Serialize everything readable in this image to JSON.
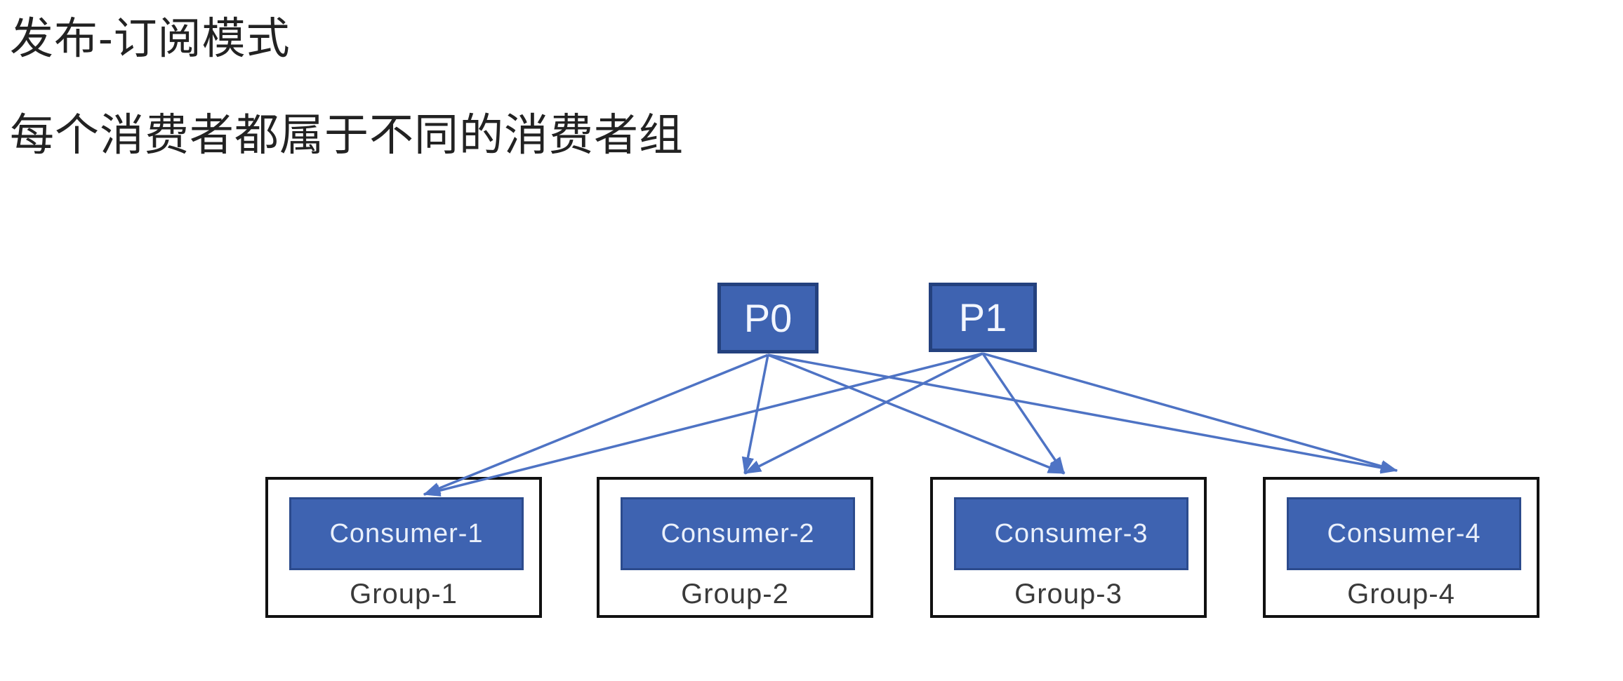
{
  "page": {
    "background": "#ffffff"
  },
  "header": {
    "title": "发布-订阅模式",
    "subtitle": "每个消费者都属于不同的消费者组"
  },
  "diagram": {
    "partitions": [
      {
        "id": "P0",
        "label": "P0"
      },
      {
        "id": "P1",
        "label": "P1"
      }
    ],
    "consumer_groups": [
      {
        "id": "C1",
        "consumer_label": "Consumer-1",
        "group_label": "Group-1"
      },
      {
        "id": "C2",
        "consumer_label": "Consumer-2",
        "group_label": "Group-2"
      },
      {
        "id": "C3",
        "consumer_label": "Consumer-3",
        "group_label": "Group-3"
      },
      {
        "id": "C4",
        "consumer_label": "Consumer-4",
        "group_label": "Group-4"
      }
    ],
    "edges": [
      {
        "from": "P0",
        "to": "C1"
      },
      {
        "from": "P0",
        "to": "C2"
      },
      {
        "from": "P0",
        "to": "C3"
      },
      {
        "from": "P0",
        "to": "C4"
      },
      {
        "from": "P1",
        "to": "C1"
      },
      {
        "from": "P1",
        "to": "C2"
      },
      {
        "from": "P1",
        "to": "C3"
      },
      {
        "from": "P1",
        "to": "C4"
      }
    ],
    "colors": {
      "page_bg": "#ffffff",
      "title_text": "#222222",
      "node_fill": "#3e63b1",
      "node_border": "#24417e",
      "consumer_border": "#2c4b8d",
      "consumer_text": "#eaf0fb",
      "group_box_border": "#111111",
      "group_label": "#3a3a3a",
      "arrow": "#4e73c4"
    }
  }
}
